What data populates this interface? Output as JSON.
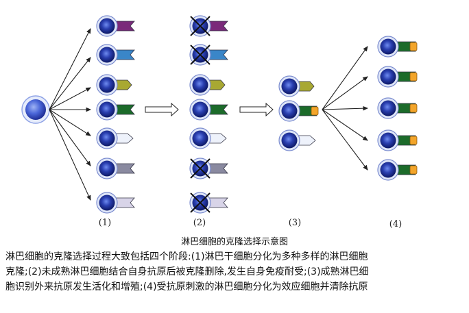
{
  "stages": [
    {
      "label": "(1)"
    },
    {
      "label": "(2)"
    },
    {
      "label": "(3)"
    },
    {
      "label": "(4)"
    }
  ],
  "receptor_shapes": [
    "notch-purple",
    "notch-blue",
    "point-yellow",
    "notch-green",
    "arrow-white",
    "notch-grey",
    "notch-pale"
  ],
  "stage2_deleted": [
    true,
    true,
    false,
    false,
    false,
    true,
    true
  ],
  "colors": {
    "cell_dark": "#0d1a6e",
    "cell_light": "#4a66d8",
    "cell_ring": "#8fa3e6",
    "purple": "#7a2a7a",
    "blue": "#3a86c8",
    "yellow": "#a8a832",
    "green": "#1c6b2a",
    "white_receptor": "#eef2fb",
    "grey": "#8a8aa0",
    "pale": "#d8d4e8",
    "antigen": "#f3a52a",
    "arrow": "#222222"
  },
  "figure_title": "淋巴细胞的克隆选择示意图",
  "caption_lines": [
    "淋巴细胞的克隆选择过程大致包括四个阶段:(1)淋巴干细胞分化为多种多样的淋巴细胞",
    "克隆;(2)未成熟淋巴细胞结合自身抗原后被克隆删除,发生自身免疫耐受;(3)成熟淋巴细",
    "胞识别外来抗原发生活化和增殖;(4)受抗原刺激的淋巴细胞分化为效应细胞并清除抗原"
  ]
}
